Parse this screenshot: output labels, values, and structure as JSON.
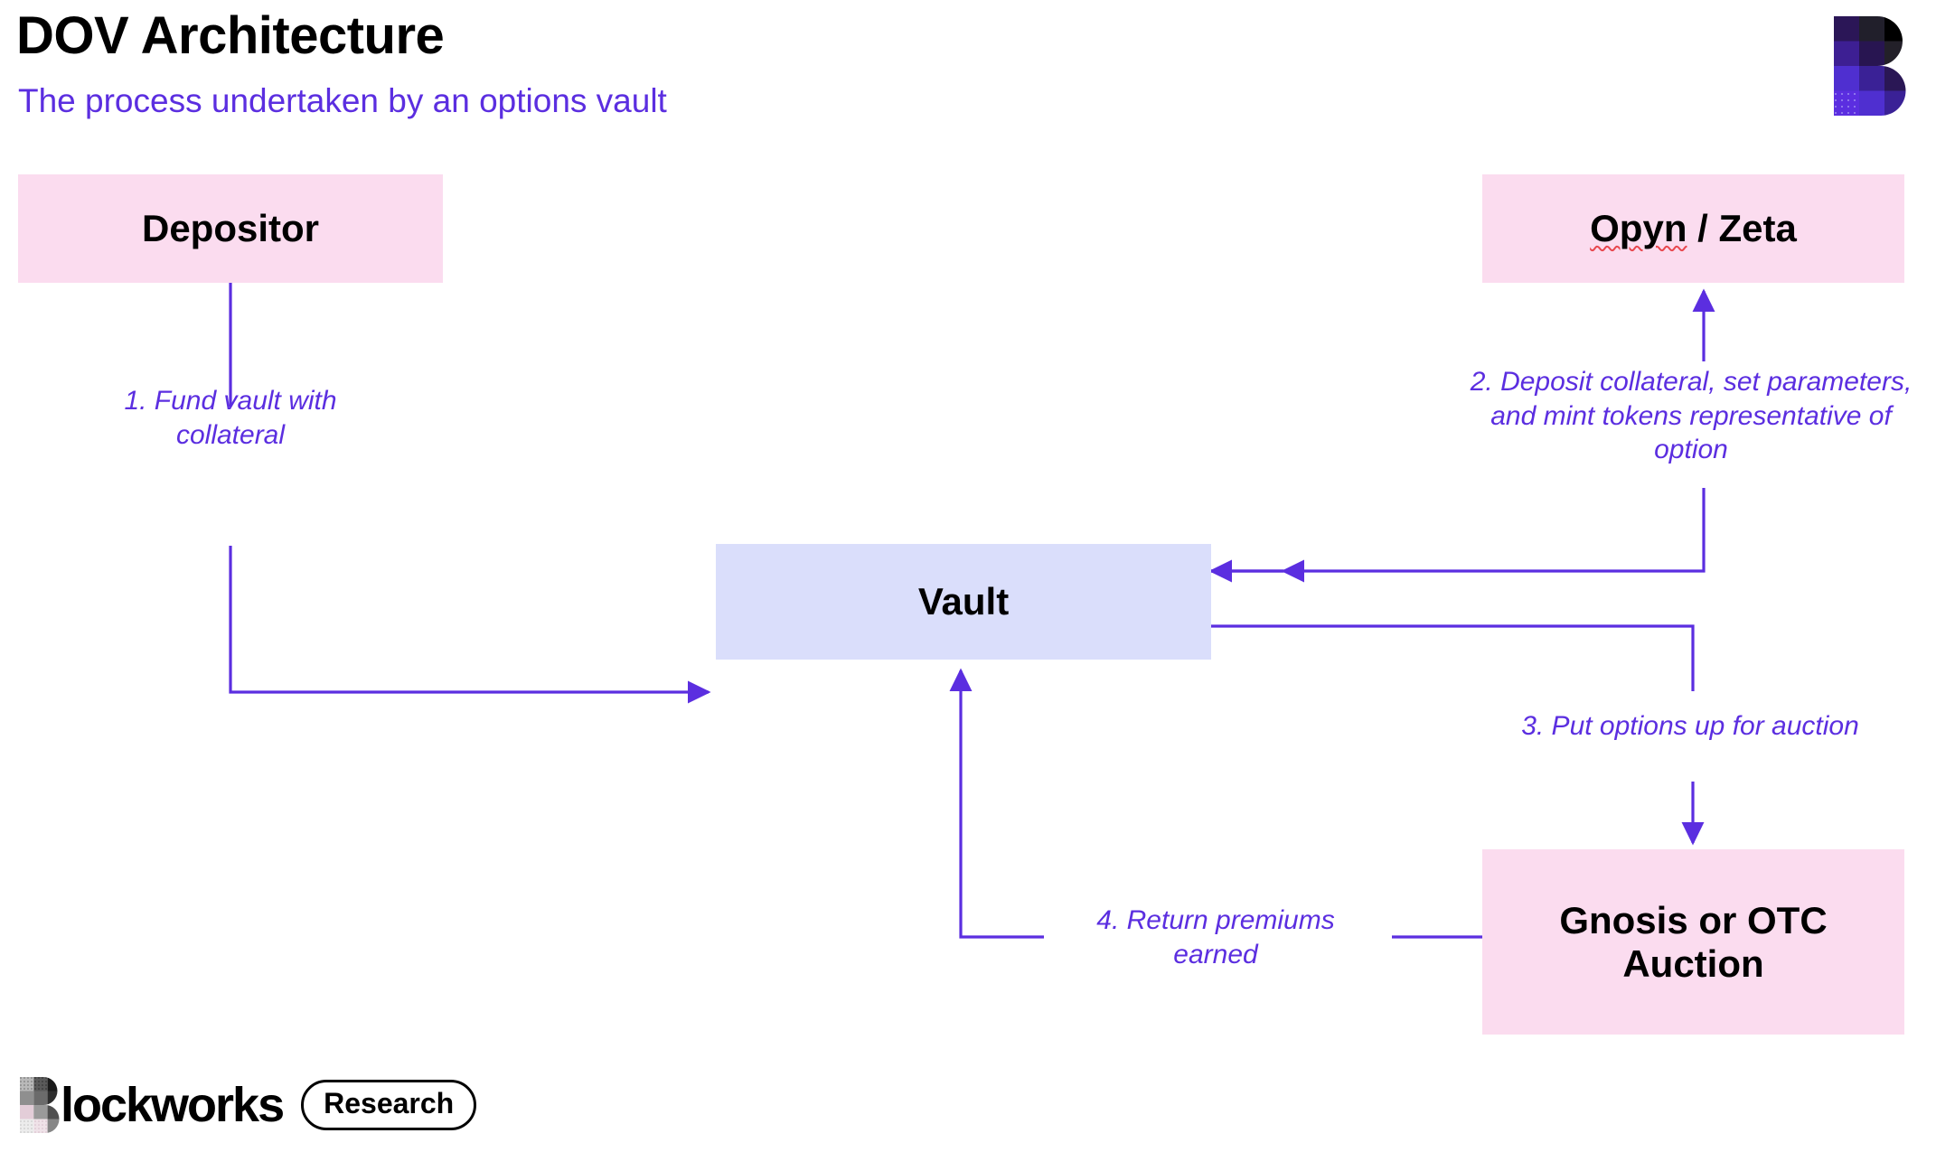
{
  "header": {
    "title": "DOV Architecture",
    "subtitle": "The process undertaken by an options vault"
  },
  "colors": {
    "accent_purple": "#5b2ee0",
    "node_pink": "#fbdcef",
    "node_blue": "#dadefb",
    "text_black": "#000000",
    "background": "#ffffff",
    "spellcheck_red": "#e8484f"
  },
  "diagram": {
    "nodes": [
      {
        "id": "depositor",
        "label": "Depositor",
        "fill": "#fbdcef"
      },
      {
        "id": "opyn-zeta",
        "label_part_1": "Opyn",
        "label_part_2": " / Zeta",
        "label": "Opyn / Zeta",
        "fill": "#fbdcef",
        "spellcheck_flagged": "Opyn"
      },
      {
        "id": "vault",
        "label": "Vault",
        "fill": "#dadefb"
      },
      {
        "id": "gnosis-otc-auction",
        "label_line_1": "Gnosis or OTC",
        "label_line_2": "Auction",
        "label": "Gnosis or OTC Auction",
        "fill": "#fbdcef"
      }
    ],
    "edges": [
      {
        "id": "edge-1",
        "number": "1.",
        "from": "depositor",
        "to": "vault",
        "label": "1. Fund vault with collateral"
      },
      {
        "id": "edge-2",
        "number": "2.",
        "from": "vault",
        "to": "opyn-zeta",
        "label": "2. Deposit collateral, set parameters, and mint tokens representative of option"
      },
      {
        "id": "edge-3",
        "number": "3.",
        "from": "vault",
        "to": "gnosis-otc-auction",
        "label": "3. Put options up for auction"
      },
      {
        "id": "edge-4",
        "number": "4.",
        "from": "gnosis-otc-auction",
        "to": "vault",
        "label": "4. Return premiums earned"
      }
    ]
  },
  "footer": {
    "wordmark": "lockworks",
    "brand_full": "Blockworks",
    "badge": "Research"
  }
}
